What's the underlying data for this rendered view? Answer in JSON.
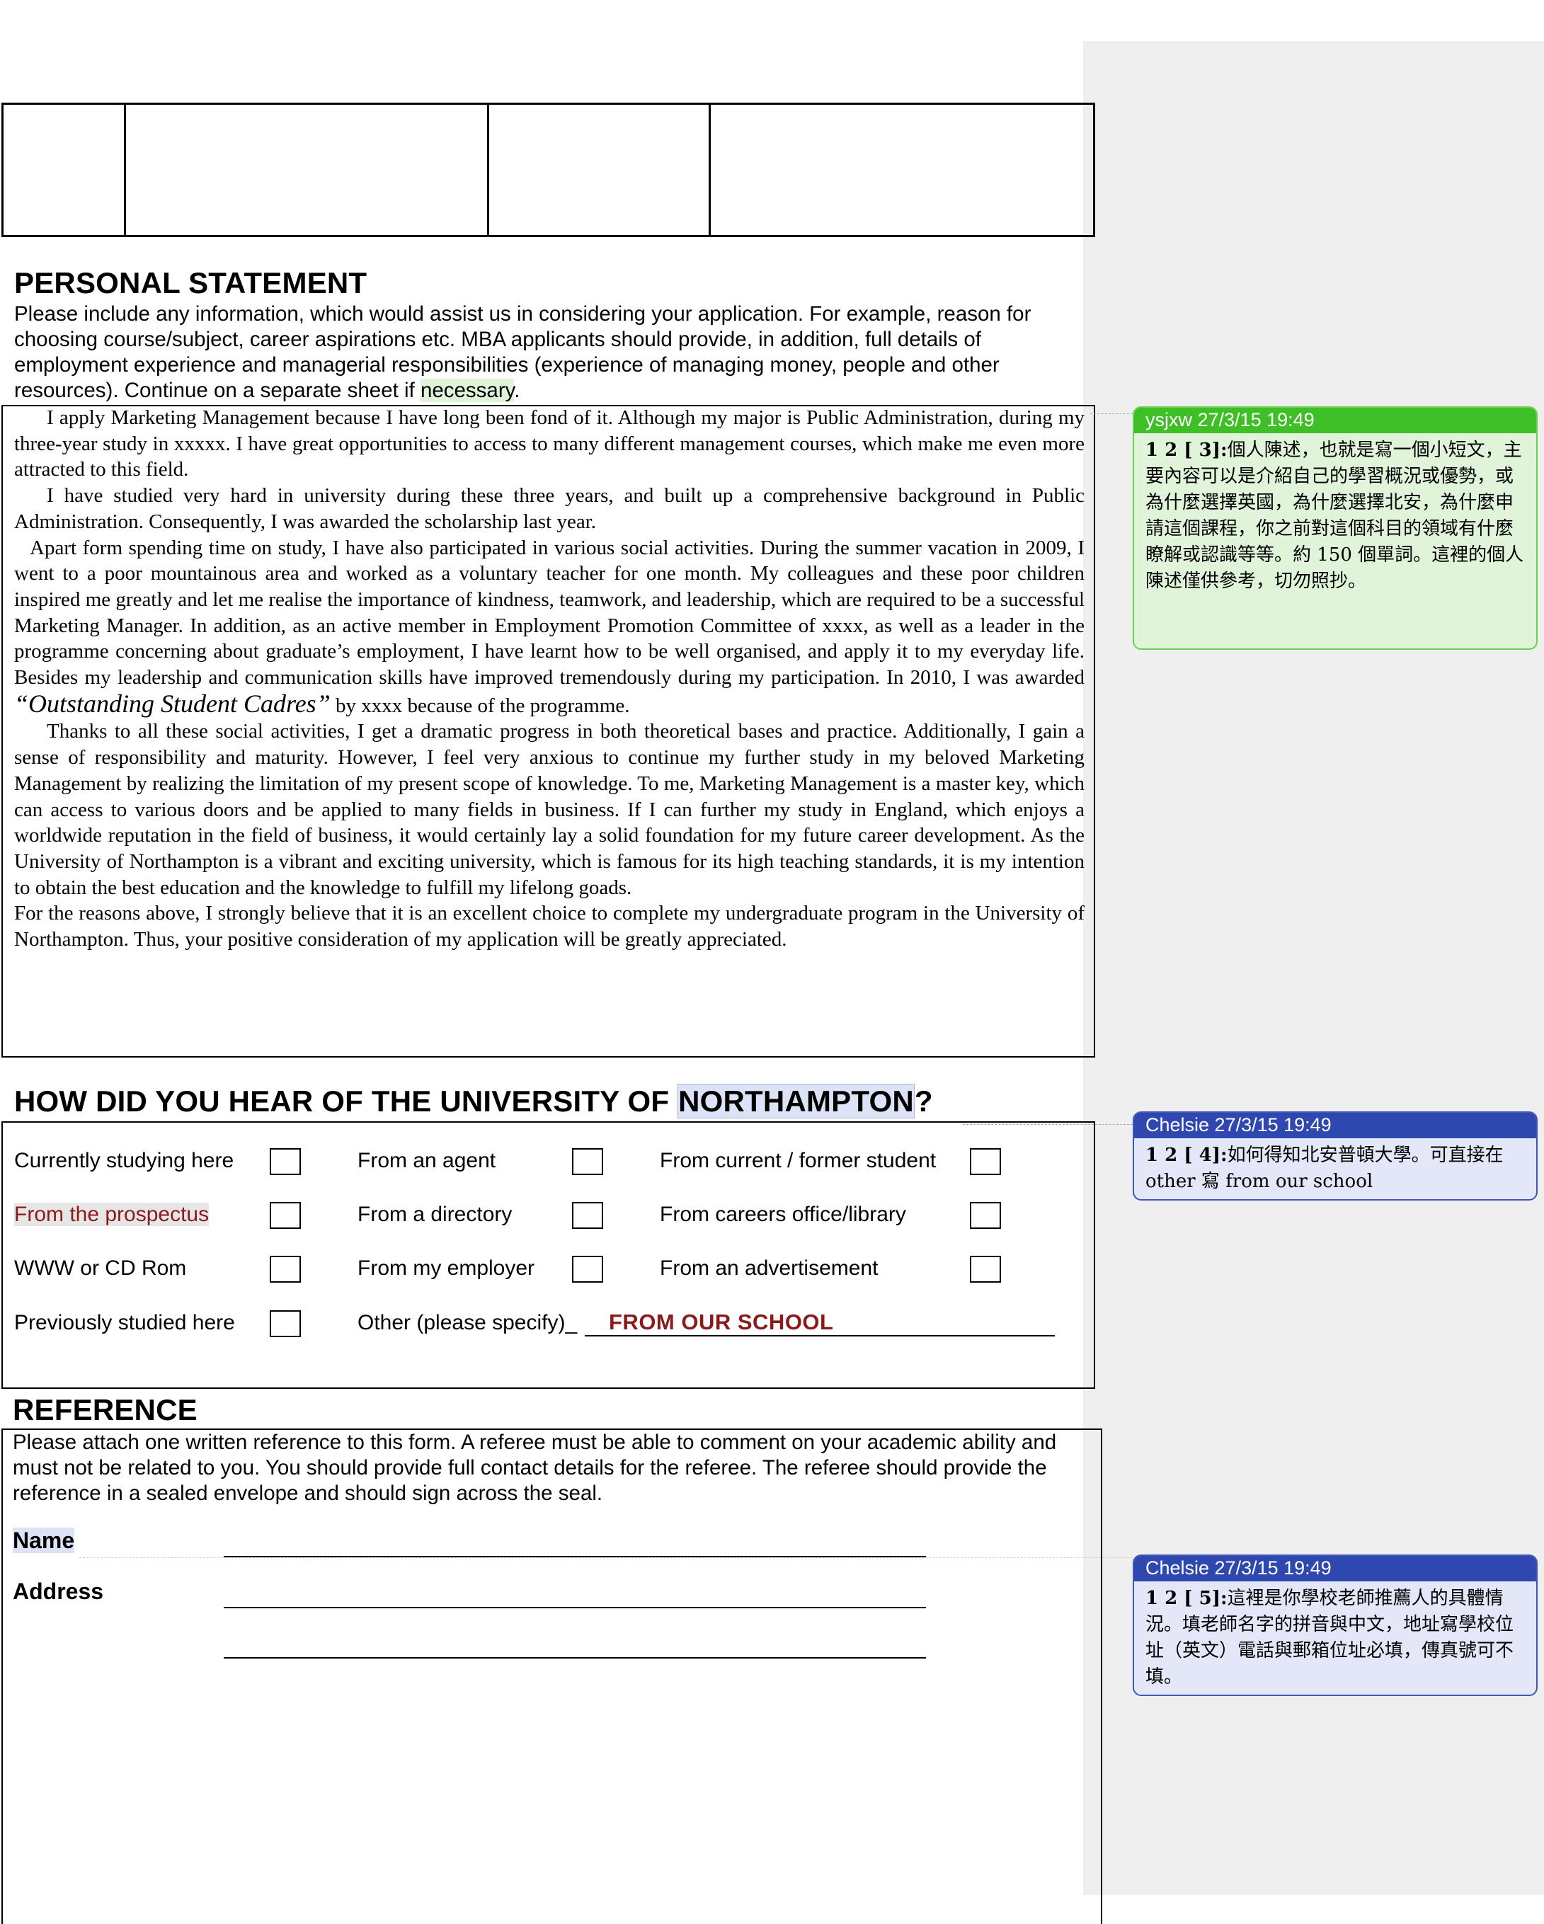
{
  "personal_statement": {
    "heading": "PERSONAL STATEMENT",
    "instructions_before": "Please include any information, which would assist us in considering your application. For example, reason for choosing course/subject, career aspirations etc. MBA applicants should provide, in addition, full details of employment experience and managerial responsibilities (experience of managing money, people and other resources).  Continue on a separate sheet if ",
    "instructions_highlight": "necessary",
    "instructions_after": ".",
    "paragraphs": [
      "I apply Marketing Management because I have long been fond of it. Although my major is Public Administration, during my three-year study in xxxxx. I have great opportunities to access to many different management courses, which make me even more attracted to this field.",
      "I have studied very hard in university during these three years, and built up a comprehensive background in Public Administration. Consequently, I was awarded the scholarship last year.",
      "Apart form spending time on study, I have also participated in various social activities. During the summer vacation in 2009, I went to a poor mountainous area and worked as a voluntary teacher for one month. My colleagues and these poor children inspired me greatly and let me realise the importance of kindness, teamwork, and leadership, which are required to be a successful Marketing Manager. In addition, as an active member in Employment Promotion Committee of xxxx, as well as a leader in the programme concerning about graduate’s employment, I have learnt how to be well organised, and apply it to my everyday life. Besides my leadership and communication skills have improved tremendously during my participation. In 2010, I was awarded",
      "“Outstanding Student Cadres”",
      "by xxxx because of the programme.",
      "Thanks to all these social activities, I get a dramatic progress in both theoretical bases and practice. Additionally, I gain a sense of responsibility and maturity. However, I feel very anxious to continue my further study in my beloved Marketing Management by realizing the limitation of my present scope of knowledge. To me, Marketing Management is a master key, which can access to various doors and be applied to many fields in business. If I can further my study in England, which enjoys a worldwide reputation in the field of business, it would certainly lay a solid foundation for my future career development. As the University of Northampton is a vibrant and exciting university, which is famous for its high teaching standards, it is my intention to obtain the best education and the knowledge to fulfill my lifelong goads.",
      "For the reasons above, I strongly believe that it is an excellent choice to complete my undergraduate program in the University of Northampton. Thus, your positive consideration of my application will be greatly appreciated."
    ]
  },
  "hear_of": {
    "heading_before": "HOW DID YOU HEAR OF THE UNIVERSITY OF ",
    "heading_highlight": "NORTHAMPTON",
    "heading_after": "?",
    "options": {
      "currently_studying": "Currently studying here",
      "from_agent": "From an agent",
      "from_student": "From current / former student",
      "from_prospectus": "From the prospectus",
      "from_directory": "From a directory",
      "from_careers": "From careers office/library",
      "www_cd": "WWW or CD Rom",
      "from_employer": "From my employer",
      "from_advert": "From an advertisement",
      "previously_studied": "Previously studied here",
      "other": "Other (please specify)_"
    },
    "other_answer": "FROM OUR SCHOOL"
  },
  "reference": {
    "heading": "REFERENCE",
    "instructions": "Please attach one written reference to this form.  A referee must be able to comment on your academic ability and must not be related to you.  You should provide full contact details for the referee.  The referee should provide the reference in a sealed envelope and should sign across the seal.",
    "name_label": "Name",
    "address_label": "Address"
  },
  "comments": [
    {
      "author_time": "ysjxw 27/3/15 19:49",
      "ref": "1 2  [ 3]:",
      "text": "個人陳述，也就是寫一個小短文，主要內容可以是介紹自己的學習概況或優勢，或為什麼選擇英國，為什麼選擇北安，為什麼申請這個課程，你之前對這個科目的領域有什麼瞭解或認識等等。約 150 個單詞。這裡的個人陳述僅供參考，切勿照抄。",
      "color": "#3fbf26"
    },
    {
      "author_time": "Chelsie 27/3/15 19:49",
      "ref": "1 2  [ 4]:",
      "text": "如何得知北安普頓大學。可直接在 other 寫 from our school",
      "color": "#2f48b0"
    },
    {
      "author_time": "Chelsie 27/3/15 19:49",
      "ref": "1 2  [ 5]:",
      "text": "這裡是你學校老師推薦人的具體情況。填老師名字的拼音與中文，地址寫學校位址（英文）電話與郵箱位址必填，傳真號可不填。",
      "color": "#2f48b0"
    }
  ]
}
